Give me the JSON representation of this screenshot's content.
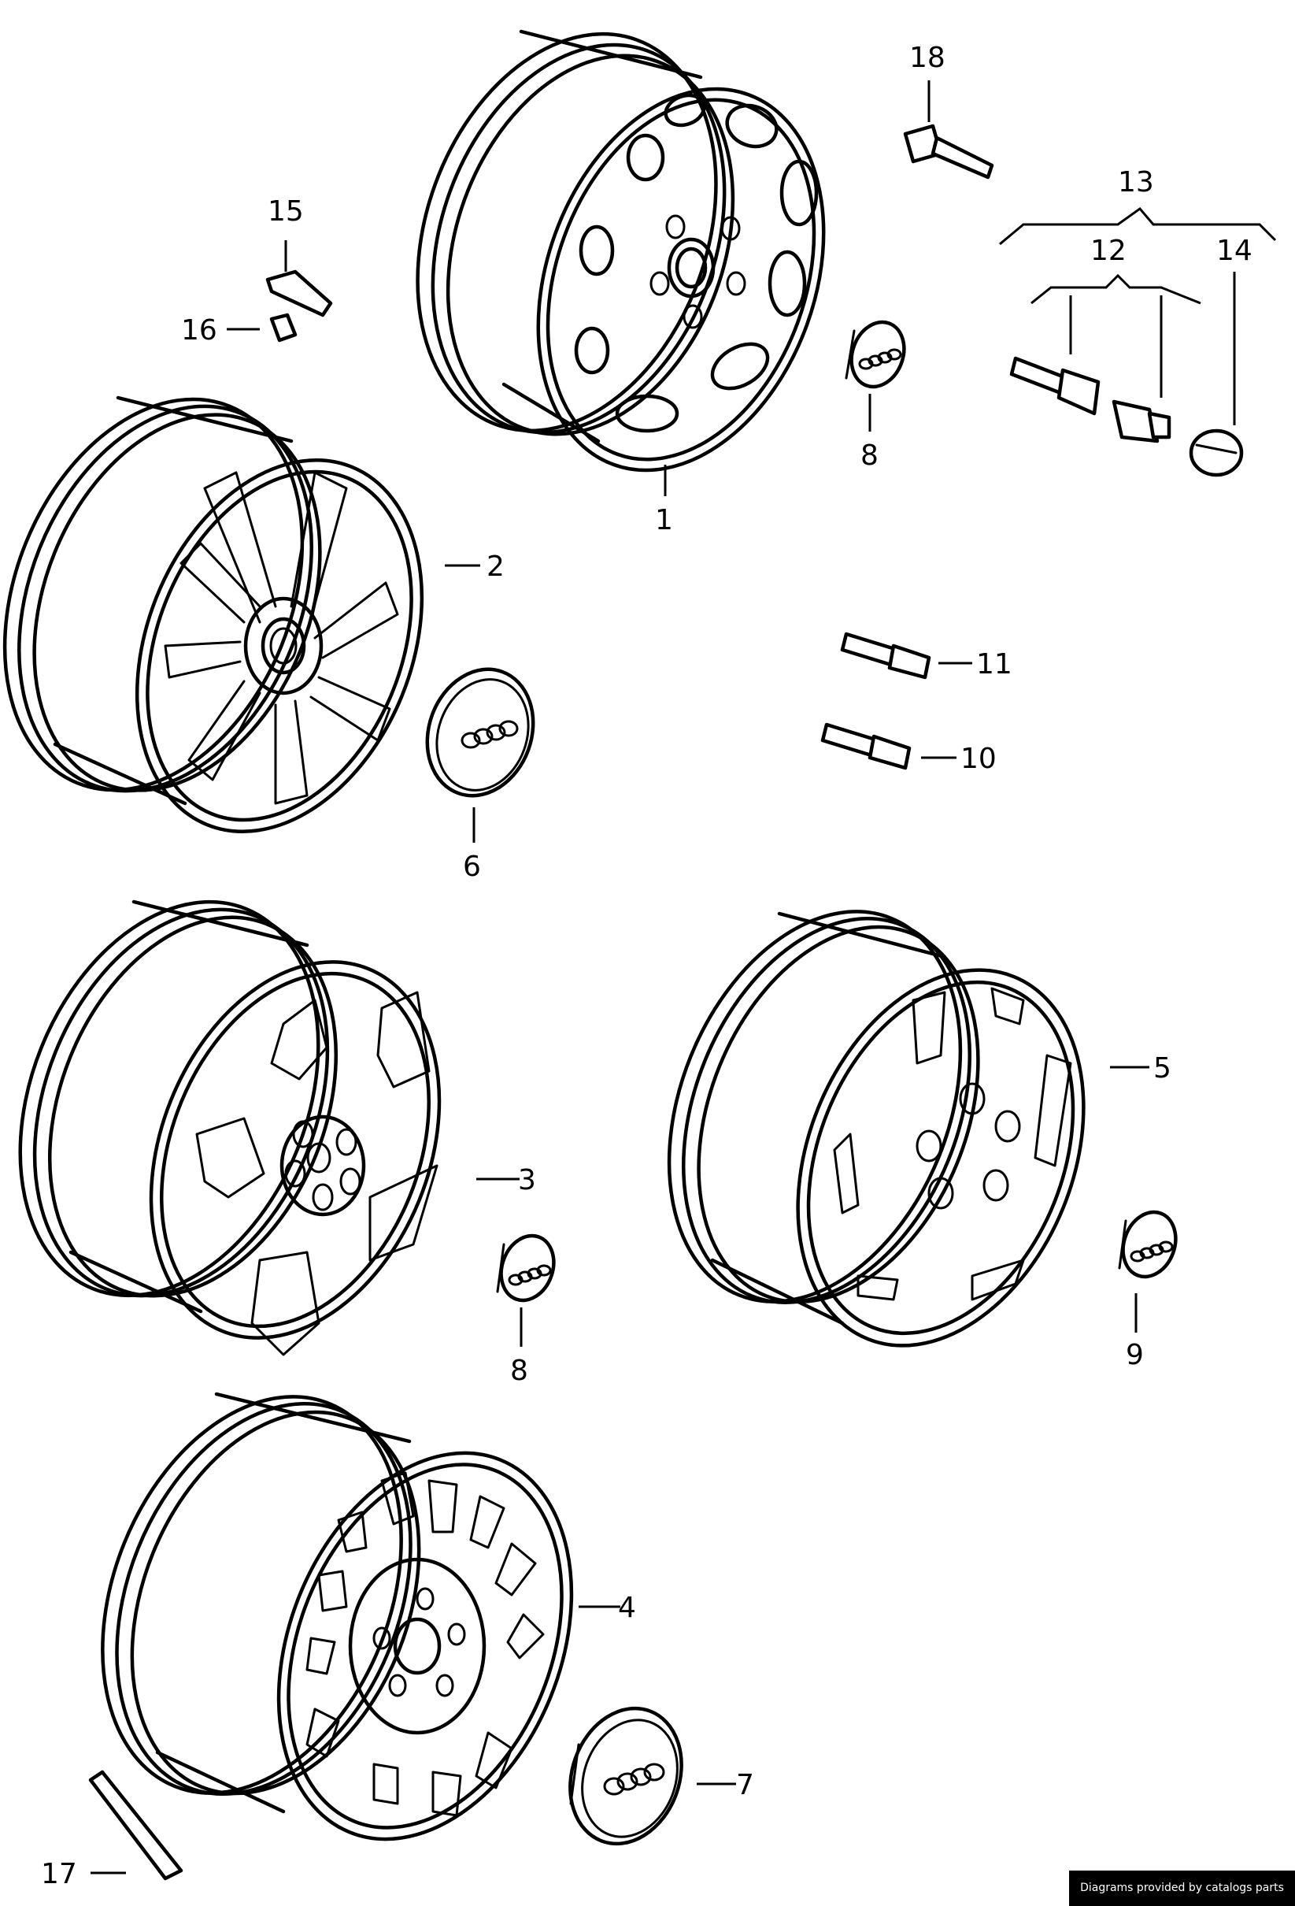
{
  "diagram": {
    "callouts": {
      "c1": "1",
      "c2": "2",
      "c3": "3",
      "c4": "4",
      "c5": "5",
      "c6": "6",
      "c7": "7",
      "c8a": "8",
      "c8b": "8",
      "c9": "9",
      "c10": "10",
      "c11": "11",
      "c12": "12",
      "c13": "13",
      "c14": "14",
      "c15": "15",
      "c16": "16",
      "c17": "17",
      "c18": "18"
    },
    "credit": "Diagrams provided by catalogs parts"
  }
}
